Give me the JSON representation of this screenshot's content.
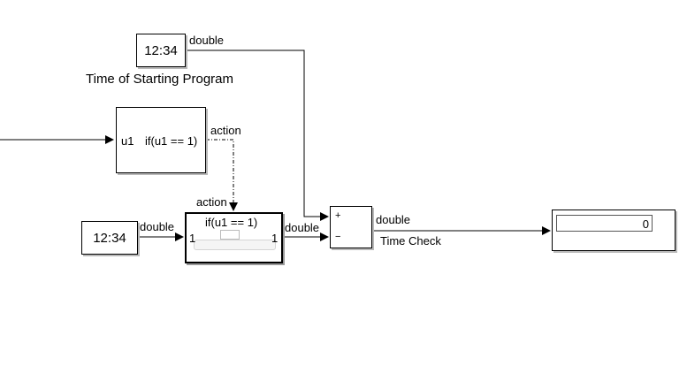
{
  "time_start_block": {
    "value": "12:34",
    "out_type": "double",
    "caption": "Time of Starting Program"
  },
  "if_block": {
    "in_port": "u1",
    "condition": "if(u1 == 1)",
    "out_port": "action"
  },
  "time_const_block": {
    "value": "12:34",
    "out_type": "double"
  },
  "action_subsystem": {
    "action_label": "action",
    "title": "if(u1 == 1)",
    "in_port": "1",
    "out_port": "1",
    "out_type": "double"
  },
  "sum_block": {
    "plus": "+",
    "minus": "−",
    "out_type": "double",
    "caption": "Time Check"
  },
  "display_block": {
    "value": "0"
  }
}
